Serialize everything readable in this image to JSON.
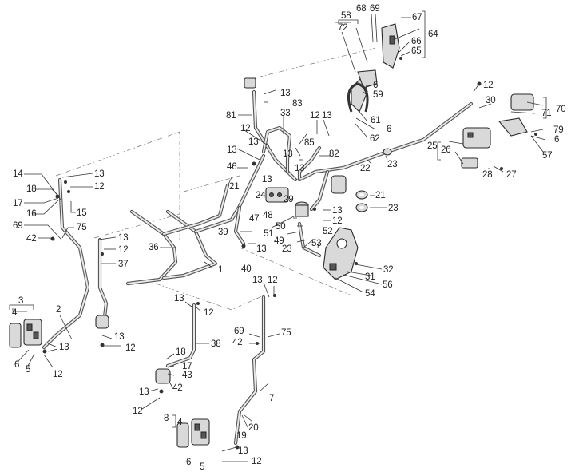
{
  "diagram": {
    "title": "",
    "type": "exploded-parts-diagram",
    "subject": "Brake hydraulic system (hoses, calipers, master cylinders, ABS modulator)",
    "background_color": "#ffffff",
    "line_color": "#333333",
    "callouts": {
      "c14": "14",
      "c13a": "13",
      "c12a": "12",
      "c18a": "18",
      "c17a": "17",
      "c16": "16",
      "c15": "15",
      "c69a": "69",
      "c75a": "75",
      "c42a": "42",
      "c13b": "13",
      "c12b": "12",
      "c37": "37",
      "c3": "3",
      "c4a": "4",
      "c2": "2",
      "c13c": "13",
      "c6a": "6",
      "c5a": "5",
      "c12c": "12",
      "c13d": "13",
      "c12d": "12",
      "c36": "36",
      "c1": "1",
      "c13e": "13",
      "c12e": "12",
      "c38": "38",
      "c18b": "18",
      "c17b": "17",
      "c43": "43",
      "c42b": "42",
      "c13f": "13",
      "c12f": "12",
      "c8": "8",
      "c4b": "4",
      "c6b": "6",
      "c5b": "5",
      "c13g": "13",
      "c12g": "12",
      "c69b": "69",
      "c75b": "75",
      "c42c": "42",
      "c7": "7",
      "c20": "20",
      "c19": "19",
      "c13h": "13",
      "c12h": "12",
      "c13i": "13",
      "c83": "83",
      "c81": "81",
      "c33": "33",
      "c12i": "12",
      "c13j": "13",
      "c13k": "13",
      "c46": "46",
      "c21a": "21",
      "c13l": "13",
      "c13m": "13",
      "c13n": "13",
      "c85": "85",
      "c12j": "12",
      "c13o": "13",
      "c82": "82",
      "c24": "24",
      "c29": "29",
      "c47": "47",
      "c48": "48",
      "c50": "50",
      "c51": "51",
      "c49": "49",
      "c39": "39",
      "c13p": "13",
      "c40": "40",
      "c23a": "23",
      "c52": "52",
      "c53": "53",
      "c13q": "13",
      "c12k": "12",
      "c21b": "21",
      "c23b": "23",
      "c32": "32",
      "c31": "31",
      "c56": "56",
      "c54": "54",
      "c22": "22",
      "c23c": "23",
      "c58": "58",
      "c72": "72",
      "c68": "68",
      "c69c": "69",
      "c67": "67",
      "c64": "64",
      "c66": "66",
      "c65": "65",
      "c6c": "6",
      "c59": "59",
      "c61": "61",
      "c6d": "6",
      "c62": "62",
      "c12l": "12",
      "c30": "30",
      "c70": "70",
      "c71": "71",
      "c79": "79",
      "c6e": "6",
      "c57": "57",
      "c25": "25",
      "c26": "26",
      "c28": "28",
      "c27": "27"
    }
  }
}
